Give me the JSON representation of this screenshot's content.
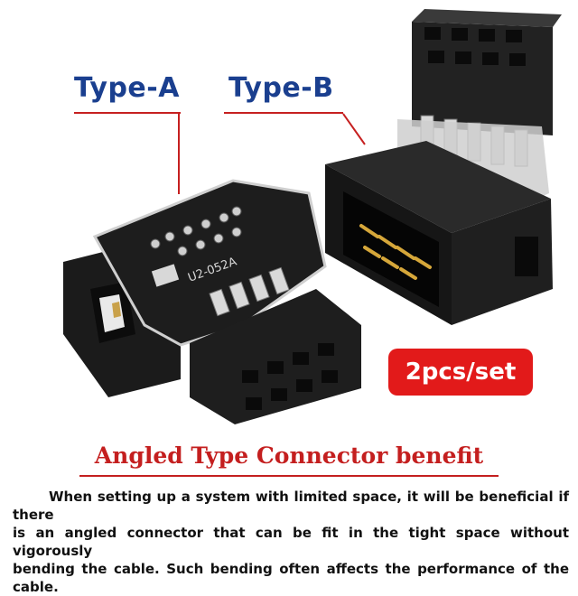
{
  "labels": {
    "type_a": "Type-A",
    "type_b": "Type-B"
  },
  "badge": "2pcs/set",
  "board_marking": "U2-052A",
  "section": {
    "title": "Angled Type Connector benefit",
    "lines": [
      "When setting up a system with limited space, it will be beneficial if there",
      "is an angled connector that can be fit in the tight space without vigorously",
      "bending the cable. Such bending often affects the performance of the cable."
    ]
  },
  "colors": {
    "label_blue": "#1a3f8f",
    "accent_red": "#c41f1f",
    "badge_red": "#e21a1a",
    "connector_black": "#1c1c1c"
  }
}
